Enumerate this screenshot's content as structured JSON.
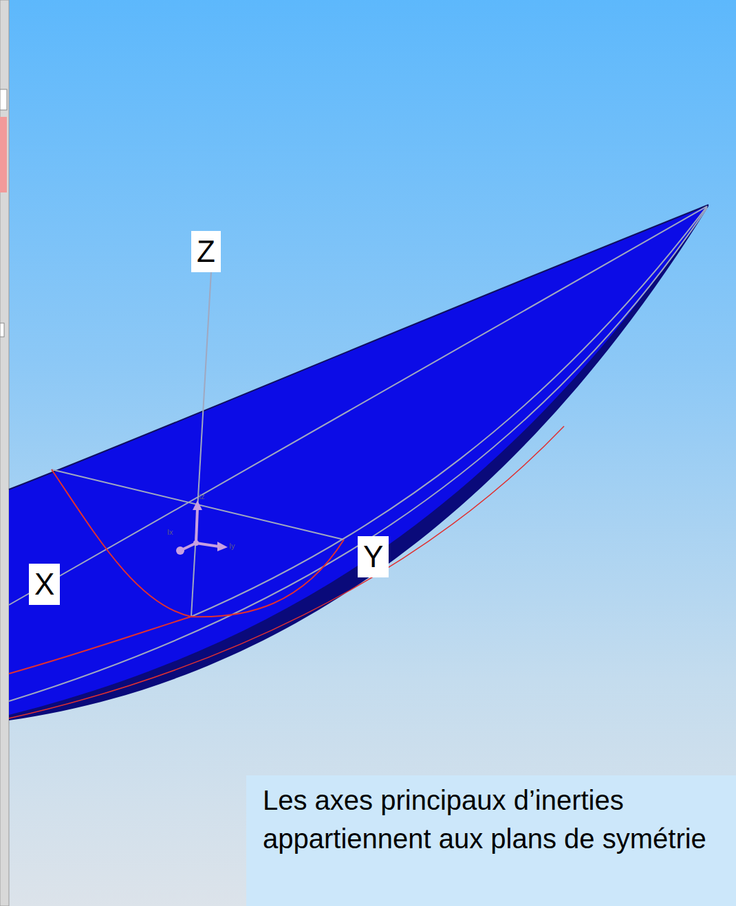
{
  "diagram": {
    "nodes": [
      {
        "text": [
          "Les axes principaux d’inerties appartiennent aux plans de symétrie"
        ]
      }
    ],
    "labels": [
      "Z",
      "Y",
      "X",
      "Ix",
      "Iy",
      "Iz"
    ]
  }
}
